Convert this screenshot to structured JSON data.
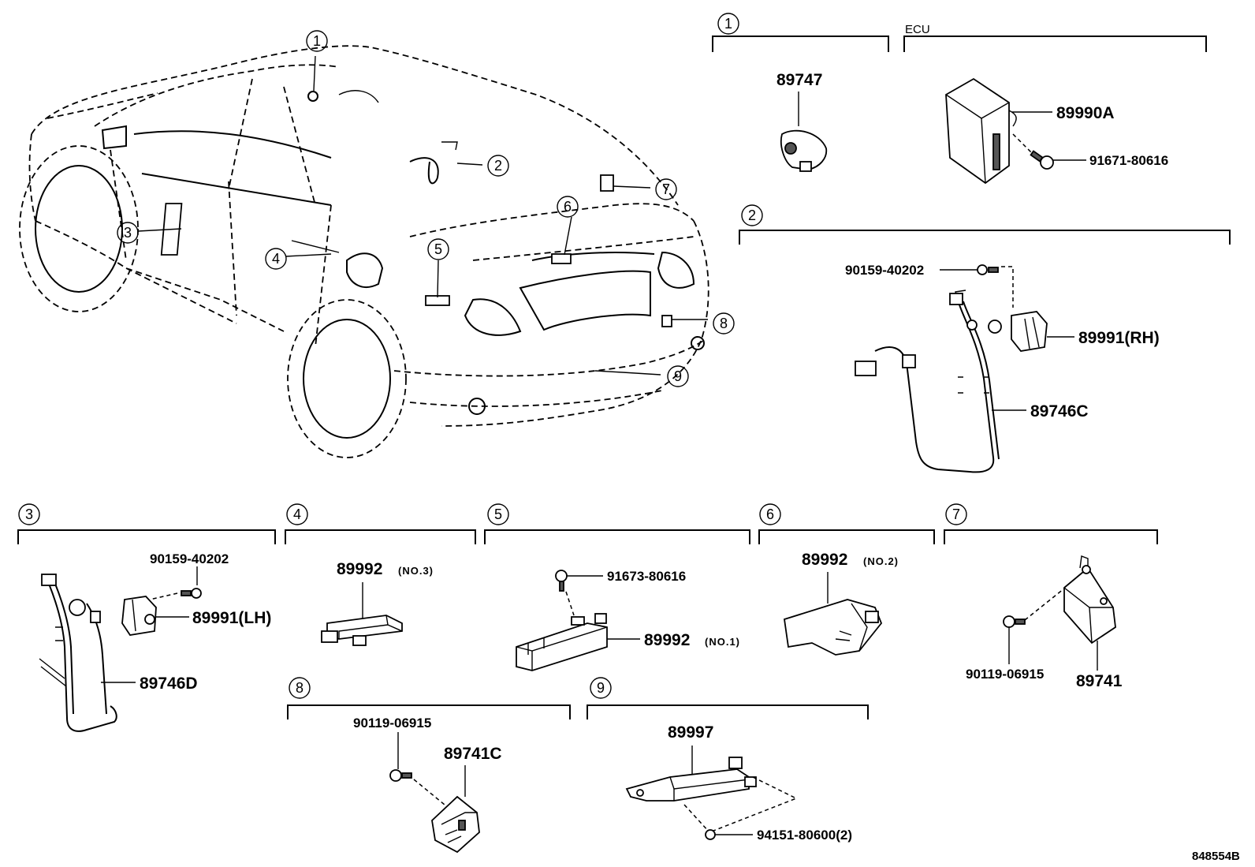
{
  "ecu_label": "ECU",
  "reference_code": "848554B",
  "callouts": [
    "1",
    "2",
    "3",
    "4",
    "5",
    "6",
    "7",
    "8",
    "9"
  ],
  "parts": {
    "p89747": "89747",
    "p89990A": "89990A",
    "p91671": "91671-80616",
    "p90159_rh": "90159-40202",
    "p89991_rh": "89991(RH)",
    "p89746C": "89746C",
    "p90159_lh": "90159-40202",
    "p89991_lh": "89991(LH)",
    "p89746D": "89746D",
    "p89992_no3": "89992",
    "p89992_no1": "89992",
    "p91673": "91673-80616",
    "p89992_no2": "89992",
    "p90119_7": "90119-06915",
    "p89741": "89741",
    "p90119_8": "90119-06915",
    "p89741C": "89741C",
    "p89997": "89997",
    "p94151": "94151-80600(2)"
  },
  "notes": {
    "no3": "(NO.3)",
    "no1": "(NO.1)",
    "no2": "(NO.2)"
  },
  "colors": {
    "ink": "#000000",
    "paper": "#ffffff"
  }
}
